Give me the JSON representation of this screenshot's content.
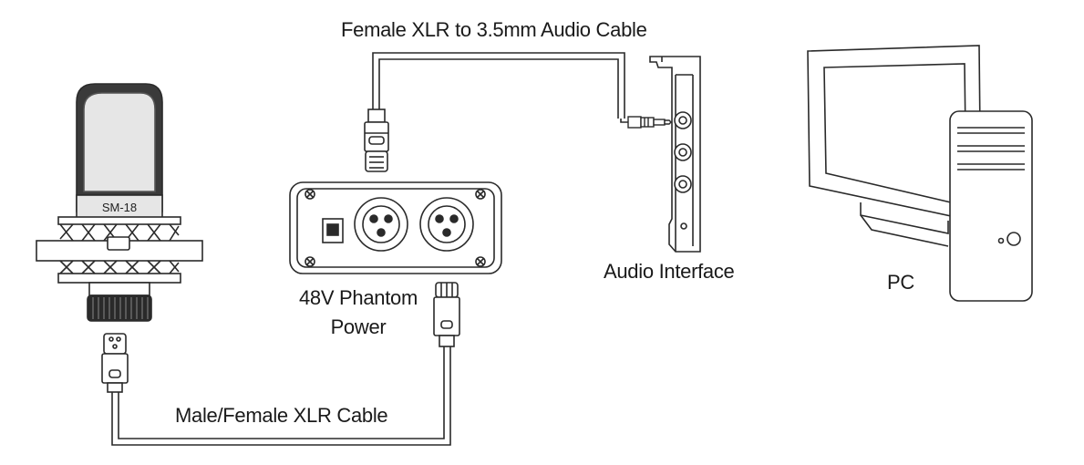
{
  "labels": {
    "top_cable": "Female XLR to 3.5mm Audio Cable",
    "bottom_cable": "Male/Female XLR Cable",
    "phantom_line1": "48V Phantom",
    "phantom_line2": "Power",
    "audio_interface": "Audio Interface",
    "pc": "PC",
    "mic_model": "SM-18"
  },
  "colors": {
    "stroke": "#2a2a2a",
    "mic_dark": "#3a3a3a",
    "mic_light": "#e6e6e6"
  }
}
